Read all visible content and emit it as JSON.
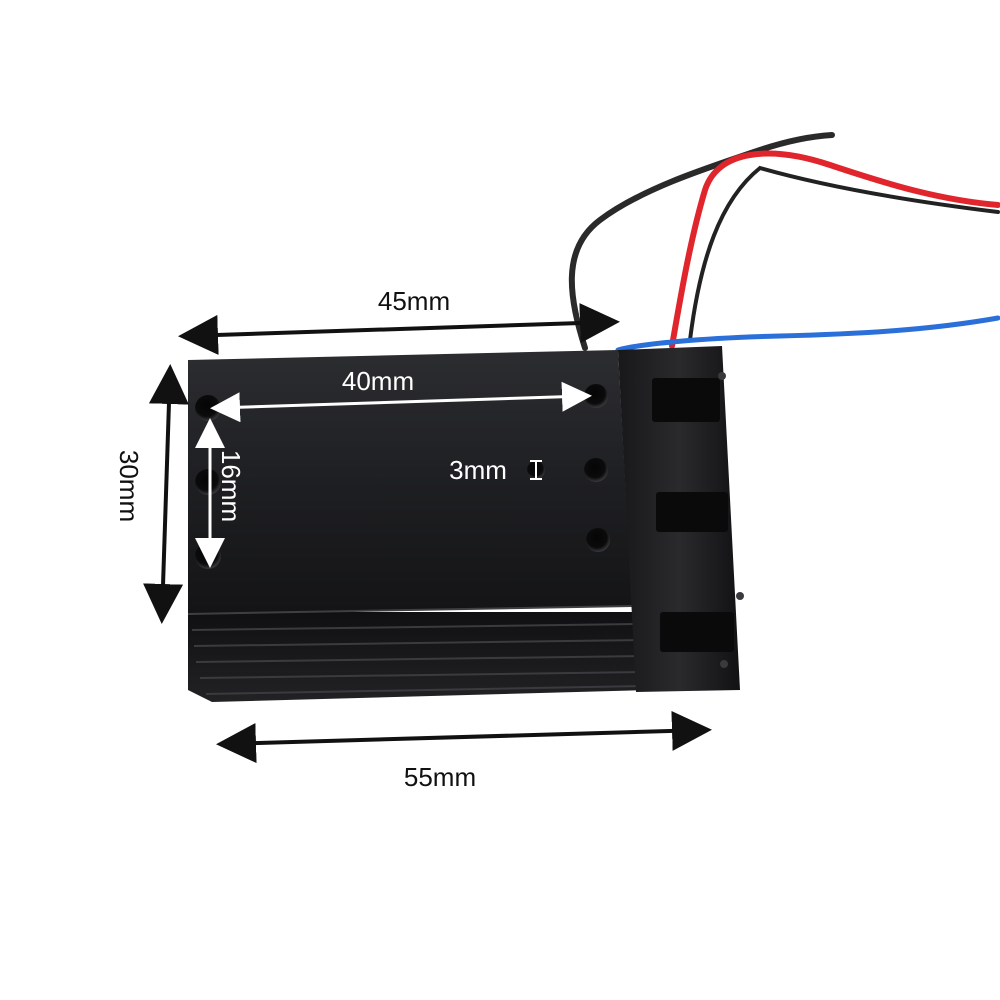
{
  "dimensions": {
    "length_top": "45mm",
    "hole_spacing_long": "40mm",
    "hole_spacing_short": "16mm",
    "hole_size": "3mm",
    "height": "30mm",
    "length_bottom": "55mm"
  },
  "colors": {
    "background": "#ffffff",
    "module_body": "#1b1b1d",
    "wire_red": "#e0262c",
    "wire_black": "#2a2a2a",
    "wire_blue": "#2b6fd8",
    "outer_dim_line": "#111111",
    "inner_dim_line": "#ffffff"
  }
}
